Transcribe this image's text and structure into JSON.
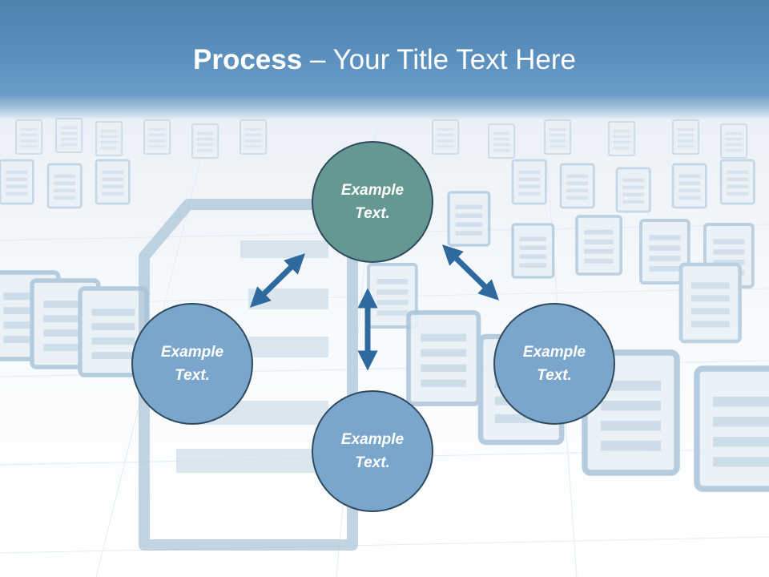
{
  "title": {
    "bold": "Process",
    "rest": " – Your Title Text Here"
  },
  "nodes": {
    "top": "Example Text.",
    "left": "Example Text.",
    "right": "Example Text.",
    "bottom": "Example Text."
  },
  "colors": {
    "title_bar": "#5b8fbd",
    "center_node": "#659893",
    "outer_nodes": "#7ba6cb",
    "node_border": "#2f4a5e",
    "arrows": "#2f6a9f",
    "background_icons": "#b9cfe0"
  },
  "background_icon": "document-icon"
}
